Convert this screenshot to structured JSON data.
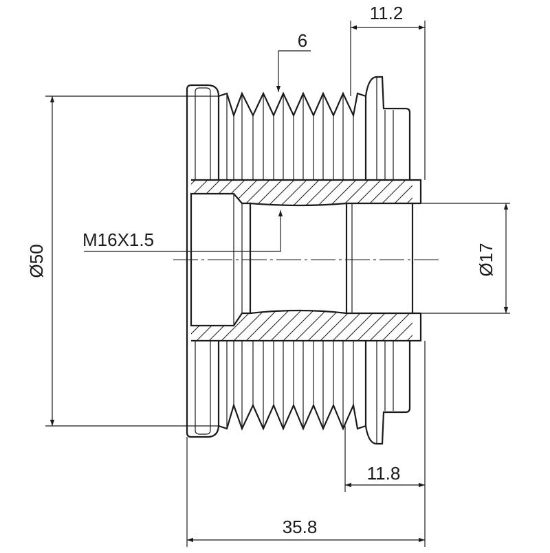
{
  "drawing": {
    "dimensions": {
      "outer_diameter": "Ø50",
      "bore_diameter": "Ø17",
      "thread": "M16X1.5",
      "rib_count": "6",
      "flange_width": "11.2",
      "hub_width": "11.8",
      "overall_length": "35.8"
    }
  },
  "colors": {
    "line": "#1a1a1a",
    "background": "#ffffff"
  }
}
